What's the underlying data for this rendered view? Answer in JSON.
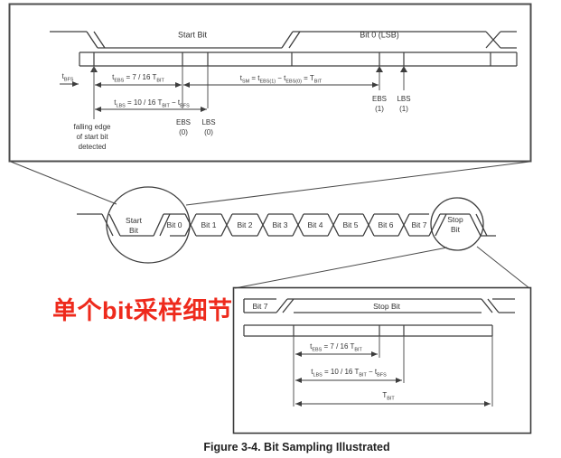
{
  "annotation": {
    "text": "单个bit采样细节",
    "color": "#ee2a1c"
  },
  "caption": "Figure 3-4. Bit Sampling Illustrated",
  "colors": {
    "line": "#4a4a4a",
    "text": "#333333"
  },
  "top_detail": {
    "signal": {
      "start_bit": "Start Bit",
      "bit0": "Bit 0 (LSB)"
    },
    "timing": {
      "t_bfs": "t_{BFS}",
      "t_ebs": "t_{EBS} = 7 / 16 T_{BIT}",
      "t_sm": "t_{SM} = t_{EBS(1)} − t_{EBS(0)} = T_{BIT}",
      "t_lbs": "t_{LBS} = 10 / 16 T_{BIT} − t_{BFS}"
    },
    "samples": {
      "ebs0": [
        "EBS",
        "(0)"
      ],
      "lbs0": [
        "LBS",
        "(0)"
      ],
      "ebs1": [
        "EBS",
        "(1)"
      ],
      "lbs1": [
        "LBS",
        "(1)"
      ]
    },
    "falling_edge_note": [
      "falling edge",
      "of start bit",
      "detected"
    ]
  },
  "frame": {
    "start": [
      "Start",
      "Bit"
    ],
    "bits": [
      "Bit 0",
      "Bit 1",
      "Bit 2",
      "Bit 3",
      "Bit 4",
      "Bit 5",
      "Bit 6",
      "Bit 7"
    ],
    "stop": [
      "Stop",
      "Bit"
    ]
  },
  "stop_detail": {
    "bit7": "Bit 7",
    "stop_bit": "Stop Bit",
    "t_ebs": "t_{EBS} = 7 / 16 T_{BIT}",
    "t_lbs": "t_{LBS} = 10 / 16 T_{BIT} − t_{BFS}",
    "t_bit": "T_{BIT}"
  }
}
